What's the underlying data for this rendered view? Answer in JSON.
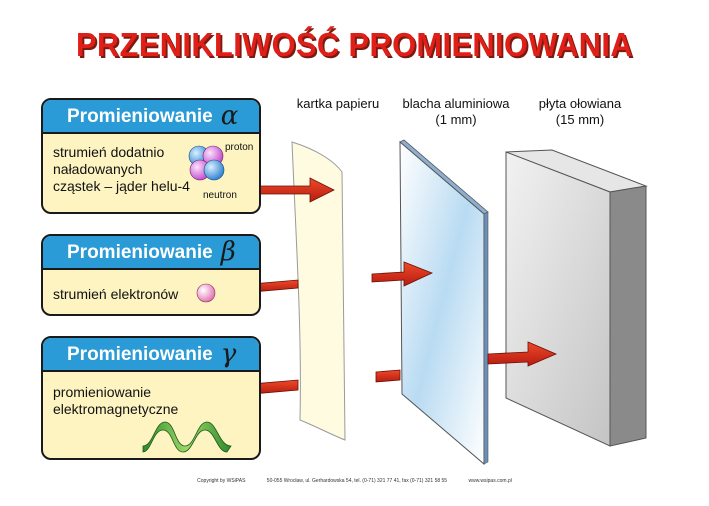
{
  "title": "PRZENIKLIWOŚĆ PROMIENIOWANIA",
  "radiation": [
    {
      "name": "Promieniowanie",
      "symbol": "α",
      "description": [
        "strumień dodatnio",
        "naładowanych",
        "cząstek – jąder helu-4"
      ],
      "labels": [
        "proton",
        "neutron"
      ]
    },
    {
      "name": "Promieniowanie",
      "symbol": "β",
      "description": [
        "strumień elektronów"
      ]
    },
    {
      "name": "Promieniowanie",
      "symbol": "γ",
      "description": [
        "promieniowanie",
        "elektromagnetyczne"
      ]
    }
  ],
  "barriers": [
    {
      "lines": [
        "kartka papieru"
      ]
    },
    {
      "lines": [
        "blacha aluminiowa",
        "(1 mm)"
      ]
    },
    {
      "lines": [
        "płyta ołowiana",
        "(15 mm)"
      ]
    }
  ],
  "footer": [
    "Copyright by WSiPAS",
    "50-055 Wrocław, ul. Gerhardowska 54, tel. (0-71) 321 77 41, fax (0-71) 321 58 55",
    "www.wsipas.com.pl"
  ],
  "colors": {
    "title": "#e02018",
    "box_header": "#2a9bd6",
    "box_body": "#fdf4c2",
    "arrow": "#d42818"
  }
}
